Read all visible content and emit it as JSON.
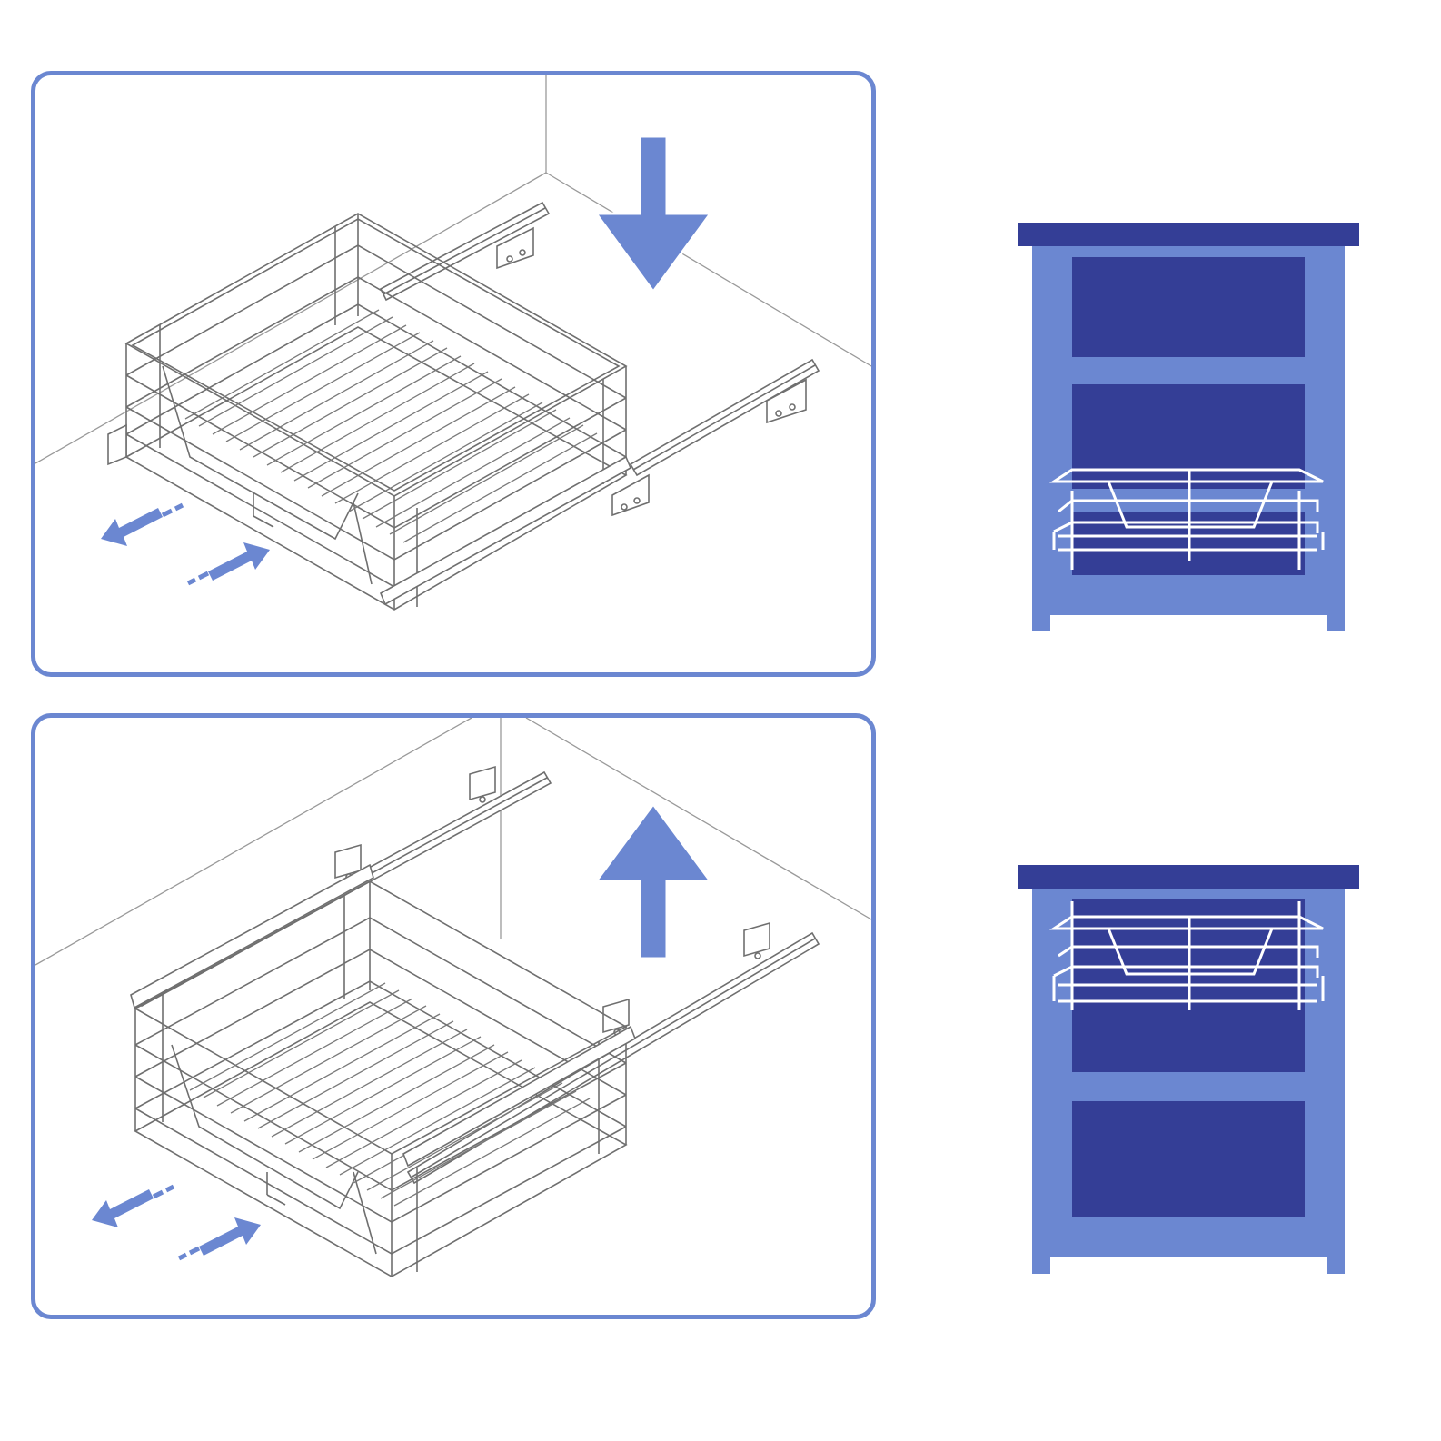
{
  "colors": {
    "accent_blue": "#6b87d1",
    "dark_blue": "#343e96",
    "line_gray": "#8a8a8a",
    "basket_line": "#6f6f6f",
    "background": "#ffffff"
  },
  "panels": [
    {
      "id": "top",
      "mounting": "floor",
      "big_arrow_icon": "arrow-down-icon",
      "slide_arrows_icon": "slide-in-out-arrows-icon"
    },
    {
      "id": "bottom",
      "mounting": "ceiling",
      "big_arrow_icon": "arrow-up-icon",
      "slide_arrows_icon": "slide-in-out-arrows-icon"
    }
  ],
  "cabinets": [
    {
      "id": "top",
      "drawer_count": 3,
      "basket_position": "middle"
    },
    {
      "id": "bottom",
      "drawer_count": 3,
      "basket_position": "top"
    }
  ]
}
